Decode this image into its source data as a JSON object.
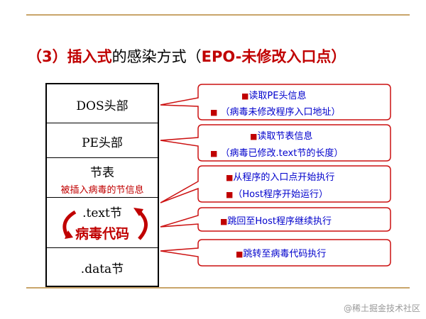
{
  "title": {
    "prefix": "（3）插入式",
    "mid": "的感染方式（",
    "suffix": "EPO-未修改入口点）"
  },
  "pe_structure": {
    "rows": [
      {
        "label": "DOS头部"
      },
      {
        "label": "PE头部"
      },
      {
        "label": "节表",
        "sublabel": "被插入病毒的节信息"
      },
      {
        "label": ".text节",
        "inner": "病毒代码"
      },
      {
        "label": ".data节"
      }
    ]
  },
  "callouts": [
    {
      "line1": "读取PE头信息",
      "line2": "（病毒未修改程序入口地址）"
    },
    {
      "line1": "读取节表信息",
      "line2": "（病毒已修改.text节的长度）"
    },
    {
      "line1": "从程序的入口点开始执行",
      "line2": "（Host程序开始运行）"
    },
    {
      "line1": "跳回至Host程序继续执行"
    },
    {
      "line1": "跳转至病毒代码执行"
    }
  ],
  "watermark": "@稀土掘金技术社区",
  "colors": {
    "accent_red": "#c00000",
    "text_blue": "#0000cc",
    "callout_border": "#cc1111",
    "rule": "#c9a56a"
  }
}
